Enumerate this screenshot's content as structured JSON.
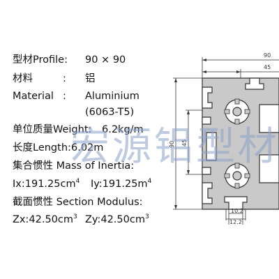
{
  "spec": {
    "profile_label": "型材Profile:",
    "profile_value": "90 × 90",
    "material_cn_label": "材料",
    "material_cn_colon": ":",
    "material_cn_value": "铝",
    "material_label": "Material",
    "material_colon": ":",
    "material_value": "Aluminium",
    "material_grade": "(6063-T5)",
    "weight_label": "单位质量Weight:",
    "weight_value": "6.2kg/m",
    "length_label": "长度Length:",
    "length_value": "6.02m",
    "inertia_label": "集合惯性 Mass of Inertia:",
    "ix_text": "Ix:191.25cm",
    "ix_sup": "4",
    "iy_text": "Iy:191.25m",
    "iy_sup": "4",
    "modulus_label": "截面惯性 Section Modulus:",
    "zx_text": "Zx:42.50cm",
    "zx_sup": "3",
    "zy_text": "Zy:42.50cm",
    "zy_sup": "3"
  },
  "drawing": {
    "dim_top_90": "90",
    "dim_top_45": "45",
    "dim_side_90": "90",
    "dim_side_45": "45",
    "dim_slot_10_2": "10.2",
    "dim_slot_12_2": "12.2"
  },
  "watermark": "宏源铝型材",
  "colors": {
    "profile_fill": "#c9c9c9",
    "profile_stroke": "#333333",
    "dimension_line": "#333333",
    "watermark": "#8aa0c8"
  }
}
